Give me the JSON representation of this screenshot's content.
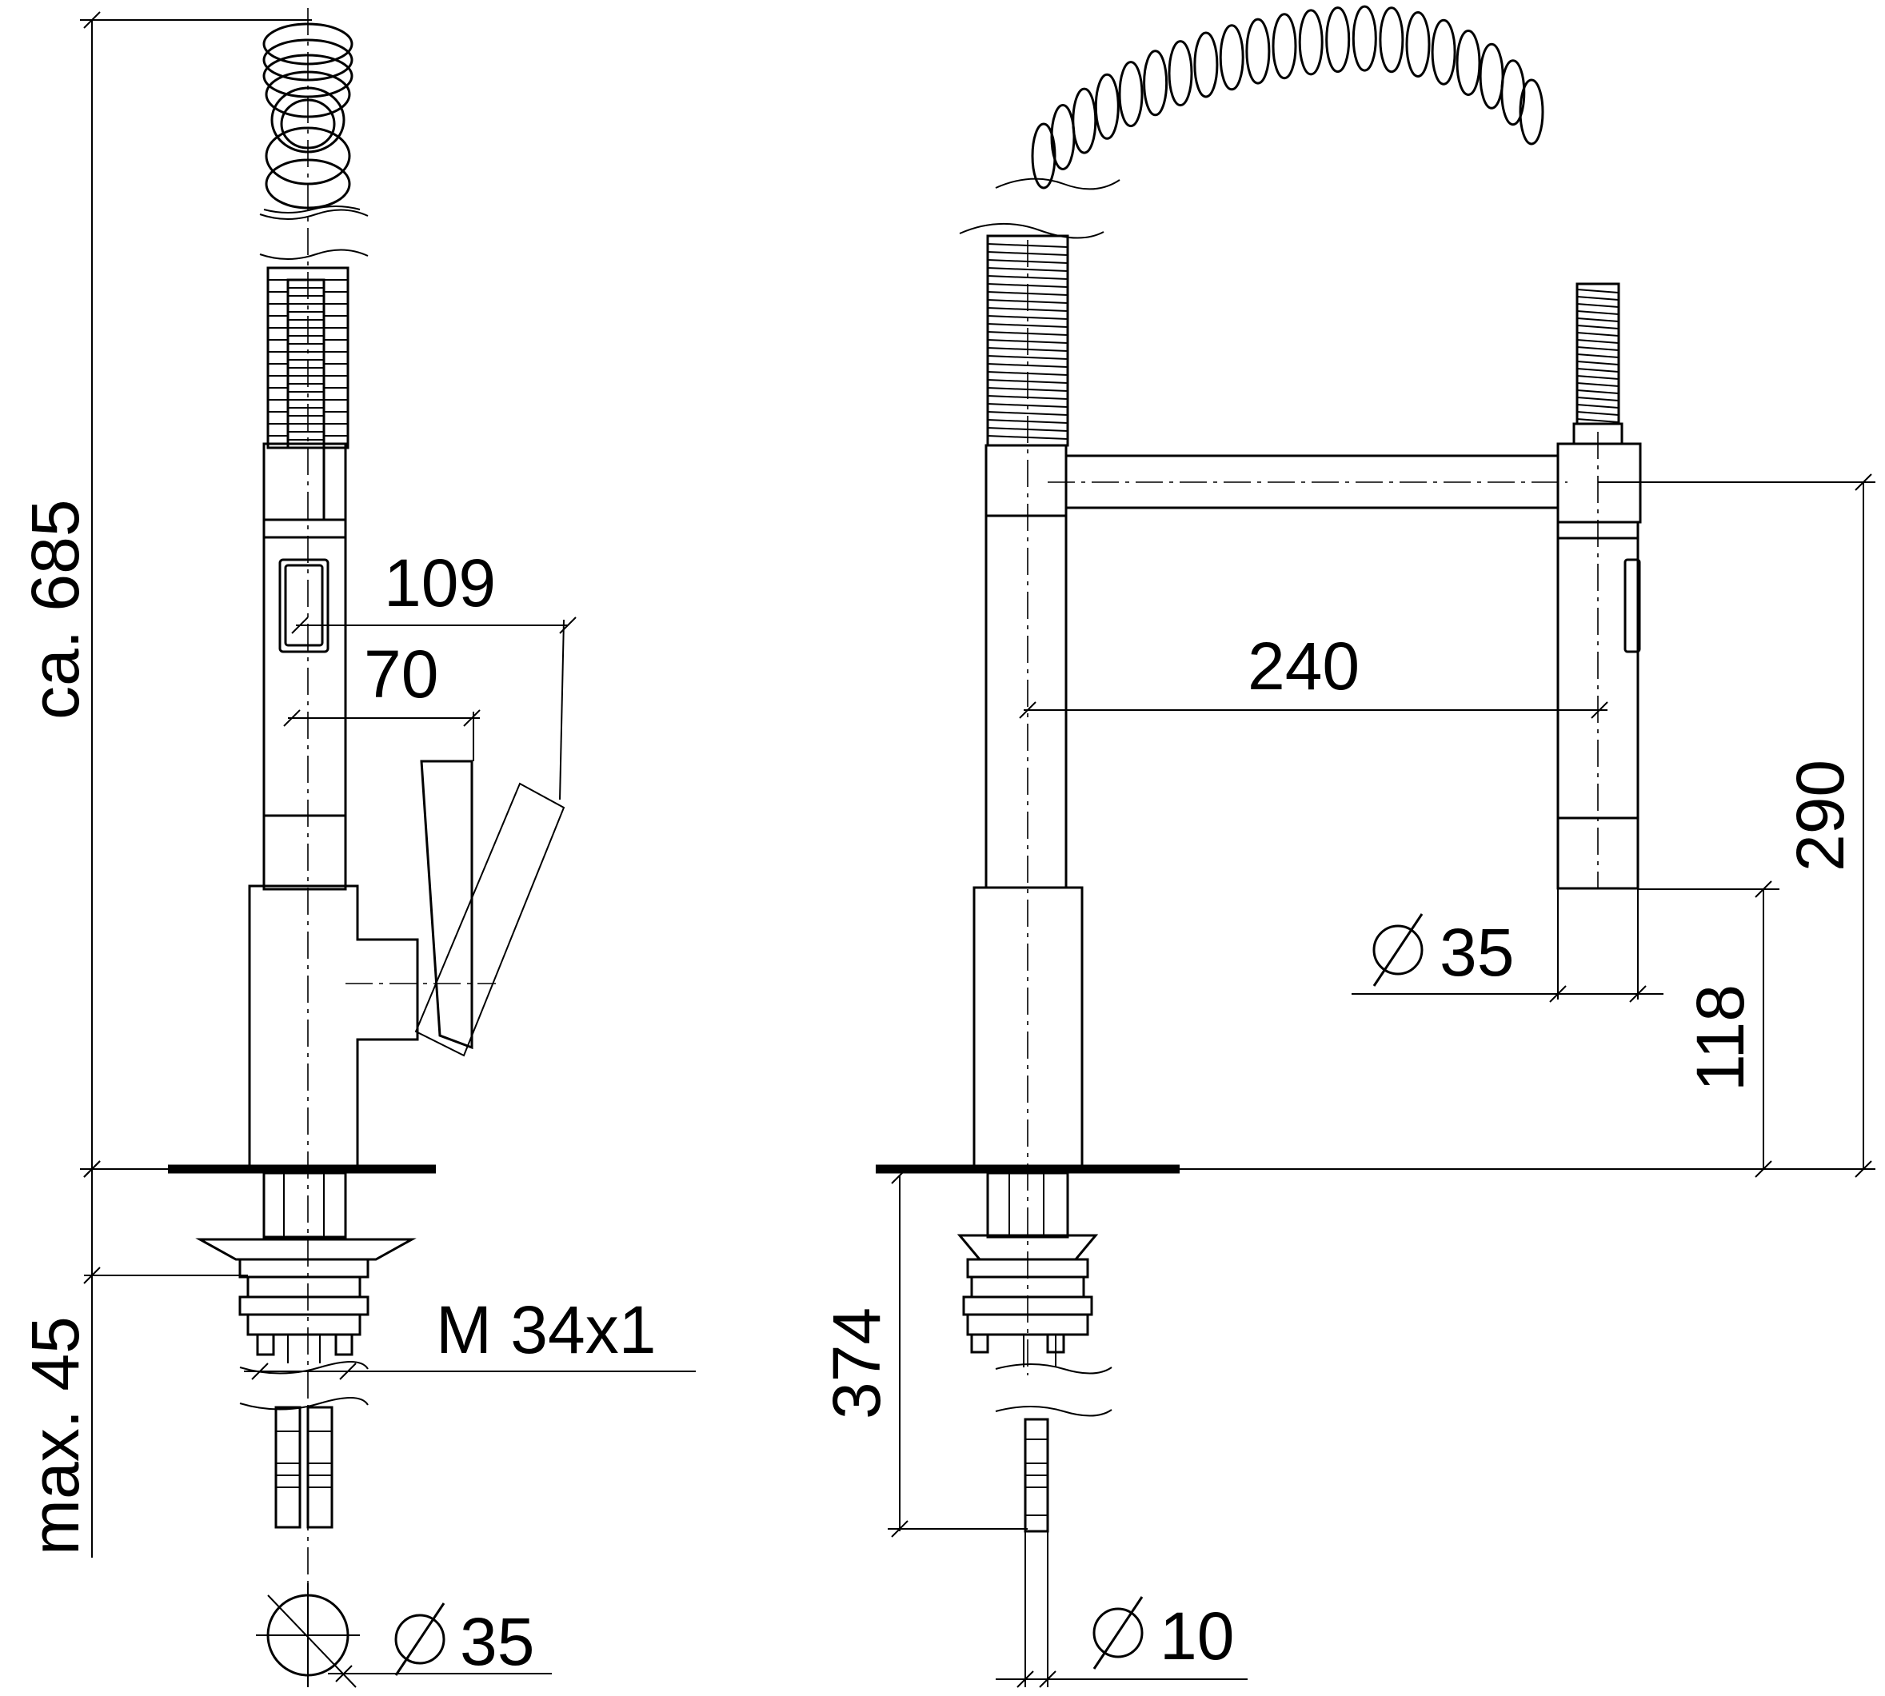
{
  "dimensions": {
    "total_height": "ca. 685",
    "projection_front": "109",
    "lever_offset": "70",
    "max_countertop": "max. 45",
    "thread": "M 34x1",
    "hole_diameter_left": "35",
    "spout_reach": "240",
    "spout_height": "290",
    "spray_diameter": "35",
    "spray_clearance": "118",
    "hose_length": "374",
    "connection_diameter": "10"
  },
  "icons": {
    "diameter": "diameter-symbol"
  },
  "colors": {
    "line": "#000000",
    "background": "#ffffff"
  }
}
